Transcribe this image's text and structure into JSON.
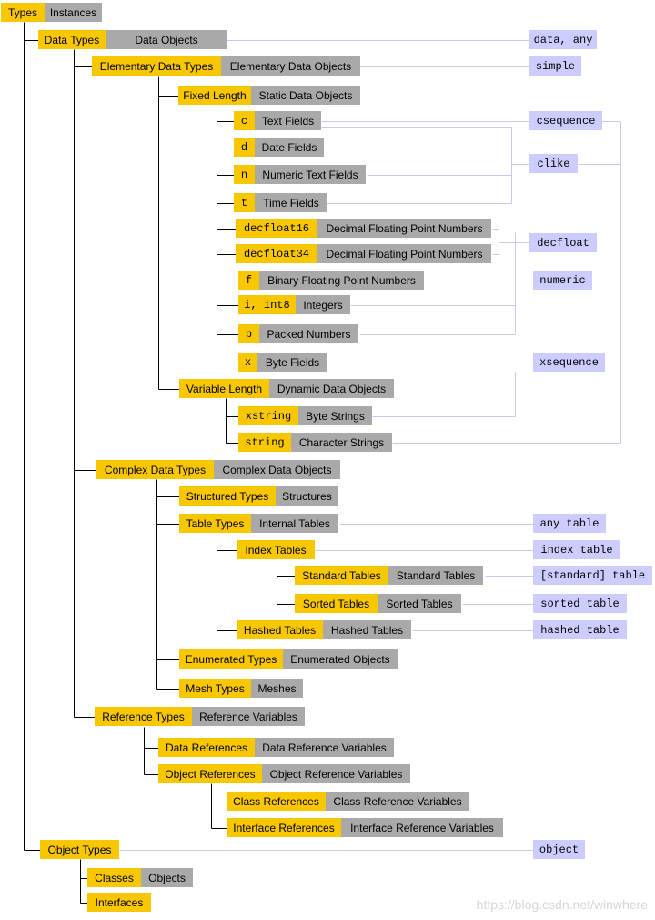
{
  "nodes": [
    {
      "id": "types",
      "type": "Types",
      "inst": "Instances"
    },
    {
      "id": "data-types",
      "type": "Data Types",
      "inst": "Data Objects"
    },
    {
      "id": "elementary",
      "type": "Elementary Data Types",
      "inst": "Elementary Data Objects"
    },
    {
      "id": "fixed",
      "type": "Fixed Length",
      "inst": "Static Data Objects"
    },
    {
      "id": "c",
      "type": "c",
      "inst": "Text Fields",
      "mono": true
    },
    {
      "id": "d",
      "type": "d",
      "inst": "Date Fields",
      "mono": true
    },
    {
      "id": "n",
      "type": "n",
      "inst": "Numeric Text Fields",
      "mono": true
    },
    {
      "id": "t",
      "type": "t",
      "inst": "Time Fields",
      "mono": true
    },
    {
      "id": "decfloat16",
      "type": "decfloat16",
      "inst": "Decimal Floating Point Numbers",
      "mono": true
    },
    {
      "id": "decfloat34",
      "type": "decfloat34",
      "inst": "Decimal Floating Point Numbers",
      "mono": true
    },
    {
      "id": "f",
      "type": "f",
      "inst": "Binary Floating Point Numbers",
      "mono": true
    },
    {
      "id": "i",
      "type": "i, int8",
      "inst": "Integers",
      "mono": true
    },
    {
      "id": "p",
      "type": "p",
      "inst": "Packed Numbers",
      "mono": true
    },
    {
      "id": "x",
      "type": "x",
      "inst": "Byte Fields",
      "mono": true
    },
    {
      "id": "variable",
      "type": "Variable Length",
      "inst": "Dynamic Data Objects"
    },
    {
      "id": "xstring",
      "type": "xstring",
      "inst": "Byte Strings",
      "mono": true
    },
    {
      "id": "string",
      "type": "string",
      "inst": "Character Strings",
      "mono": true
    },
    {
      "id": "complex",
      "type": "Complex Data Types",
      "inst": "Complex Data Objects"
    },
    {
      "id": "structured",
      "type": "Structured Types",
      "inst": "Structures"
    },
    {
      "id": "table",
      "type": "Table Types",
      "inst": "Internal Tables"
    },
    {
      "id": "index",
      "type": "Index Tables",
      "inst": ""
    },
    {
      "id": "standard",
      "type": "Standard Tables",
      "inst": "Standard Tables"
    },
    {
      "id": "sorted",
      "type": "Sorted Tables",
      "inst": "Sorted Tables"
    },
    {
      "id": "hashed",
      "type": "Hashed Tables",
      "inst": "Hashed Tables"
    },
    {
      "id": "enumerated",
      "type": "Enumerated Types",
      "inst": "Enumerated Objects"
    },
    {
      "id": "mesh",
      "type": "Mesh Types",
      "inst": "Meshes"
    },
    {
      "id": "reference",
      "type": "Reference Types",
      "inst": "Reference Variables"
    },
    {
      "id": "dataref",
      "type": "Data References",
      "inst": "Data Reference Variables"
    },
    {
      "id": "objref",
      "type": "Object References",
      "inst": "Object Reference Variables"
    },
    {
      "id": "classref",
      "type": "Class References",
      "inst": "Class Reference Variables"
    },
    {
      "id": "intfref",
      "type": "Interface References",
      "inst": "Interface Reference Variables"
    },
    {
      "id": "object",
      "type": "Object Types",
      "inst": ""
    },
    {
      "id": "classes",
      "type": "Classes",
      "inst": "Objects"
    },
    {
      "id": "interfaces",
      "type": "Interfaces",
      "inst": ""
    }
  ],
  "generic_types": [
    {
      "id": "data-any",
      "label": "data, any"
    },
    {
      "id": "simple",
      "label": "simple"
    },
    {
      "id": "csequence",
      "label": "csequence"
    },
    {
      "id": "clike",
      "label": "clike"
    },
    {
      "id": "decfloat",
      "label": "decfloat"
    },
    {
      "id": "numeric",
      "label": "numeric"
    },
    {
      "id": "xsequence",
      "label": "xsequence"
    },
    {
      "id": "any-table",
      "label": "any table"
    },
    {
      "id": "index-table",
      "label": "index table"
    },
    {
      "id": "standard-table",
      "label": "[standard] table"
    },
    {
      "id": "sorted-table",
      "label": "sorted table"
    },
    {
      "id": "hashed-table",
      "label": "hashed table"
    },
    {
      "id": "object-generic",
      "label": "object"
    }
  ],
  "colors": {
    "type": "#f9c700",
    "instance": "#a9a9a9",
    "generic": "#ccccff",
    "tree_line": "#000000",
    "generic_line": "#c8c8f5"
  },
  "watermark": "https://blog.csdn.net/winwhere"
}
